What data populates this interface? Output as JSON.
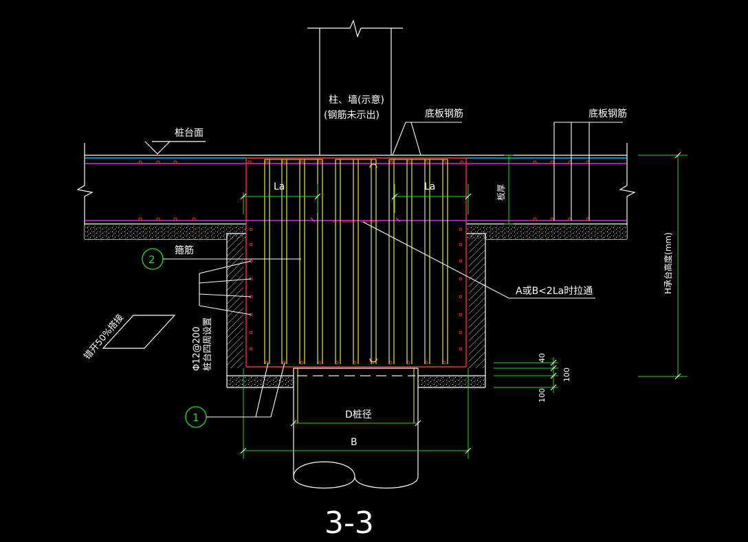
{
  "drawing": {
    "section_title": "3-3",
    "labels": {
      "column_wall": "柱、墙(示意)",
      "rebar_not_shown": "(钢筋未示出)",
      "bottom_rebar_1": "底板钢筋",
      "bottom_rebar_2": "底板钢筋",
      "cap_top": "桩台面",
      "anchor_left": "La",
      "anchor_right": "La",
      "slab_thickness": "板厚",
      "stirrup": "箍筋",
      "tie_through": "A或B<2La时拉通",
      "cap_height": "H承台高度(mm)",
      "rebar_spacing": "Φ12@200",
      "rebar_around": "桩台四周设置",
      "hatch_note": "错开50%搭接",
      "pile_diameter": "D桩径",
      "cap_width": "B",
      "dim_40": "40",
      "dim_100a": "100",
      "dim_100b": "100",
      "callout_1": "1",
      "callout_2": "2"
    },
    "colors": {
      "line": "#ffffff",
      "cyan": "#00e5ff",
      "magenta": "#ff33ff",
      "red": "#ff2a2a",
      "yellow": "#ffff44",
      "green": "#22dd22",
      "gray": "#bfbfbf"
    }
  }
}
